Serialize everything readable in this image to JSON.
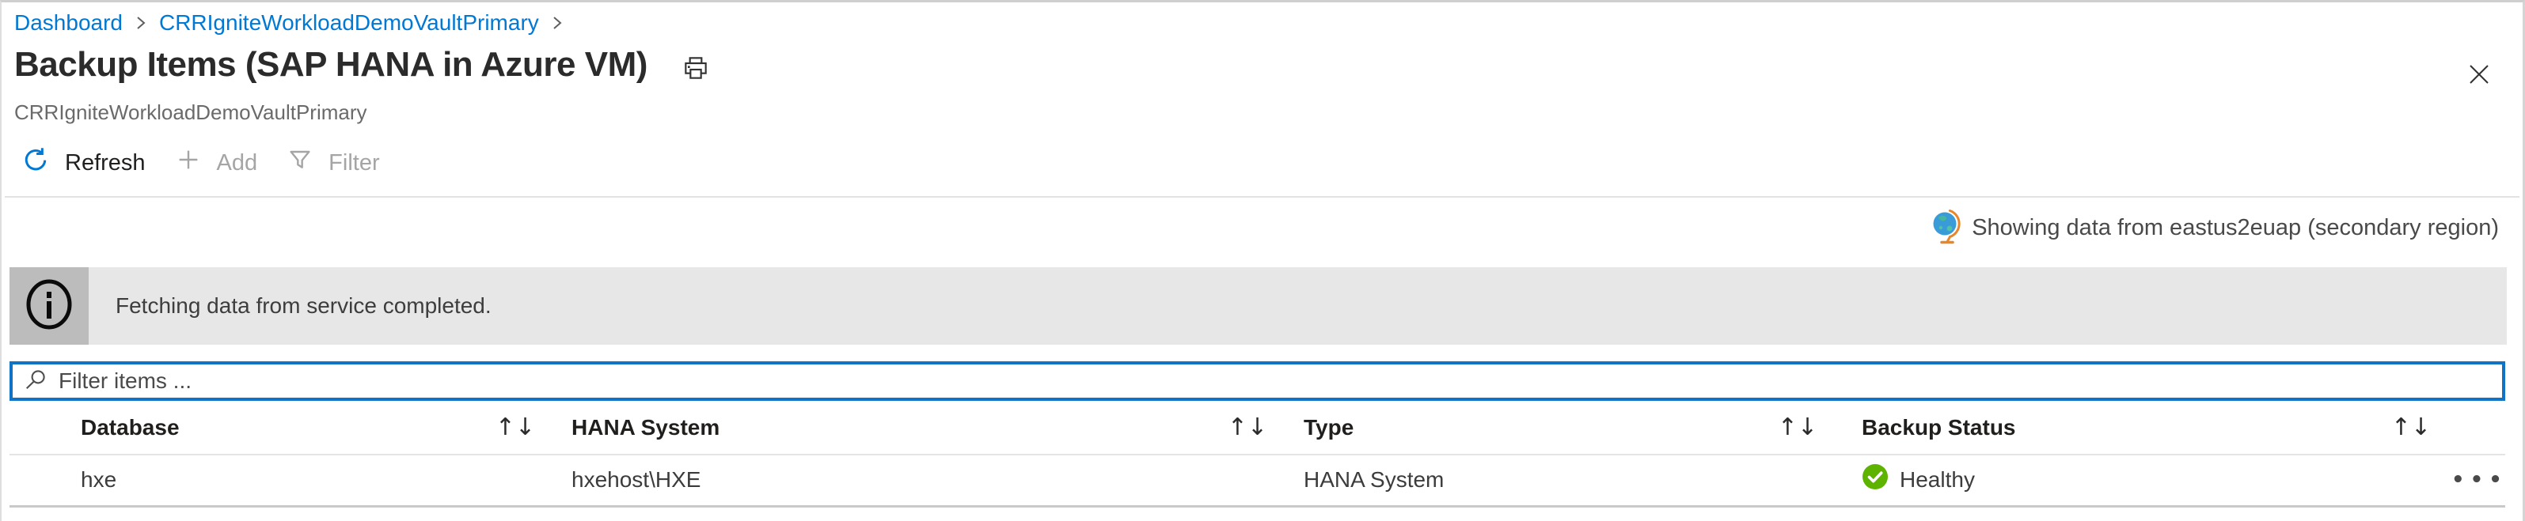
{
  "colors": {
    "accent_blue": "#0078d4",
    "focus_border_blue": "#1173c5",
    "healthy_green": "#5db300",
    "banner_bg": "#e7e7e7",
    "banner_icon_bg": "#bcbcbc",
    "disabled_gray": "#a5a5a5"
  },
  "breadcrumb": {
    "items": [
      {
        "label": "Dashboard"
      },
      {
        "label": "CRRIgniteWorkloadDemoVaultPrimary"
      }
    ]
  },
  "page": {
    "title": "Backup Items (SAP HANA in Azure VM)",
    "subtitle": "CRRIgniteWorkloadDemoVaultPrimary"
  },
  "toolbar": {
    "refresh_label": "Refresh",
    "add_label": "Add",
    "filter_label": "Filter"
  },
  "region_notice": {
    "text": "Showing data from eastus2euap (secondary region)"
  },
  "banner": {
    "message": "Fetching data from service completed."
  },
  "filter_box": {
    "placeholder": "Filter items ...",
    "value": ""
  },
  "table": {
    "columns": [
      {
        "label": "Database"
      },
      {
        "label": "HANA System"
      },
      {
        "label": "Type"
      },
      {
        "label": "Backup Status"
      }
    ],
    "rows": [
      {
        "database": "hxe",
        "hana_system": "hxehost\\HXE",
        "type": "HANA System",
        "backup_status": "Healthy"
      }
    ]
  },
  "icons": {
    "sort": "↑↓",
    "more": "•••"
  }
}
